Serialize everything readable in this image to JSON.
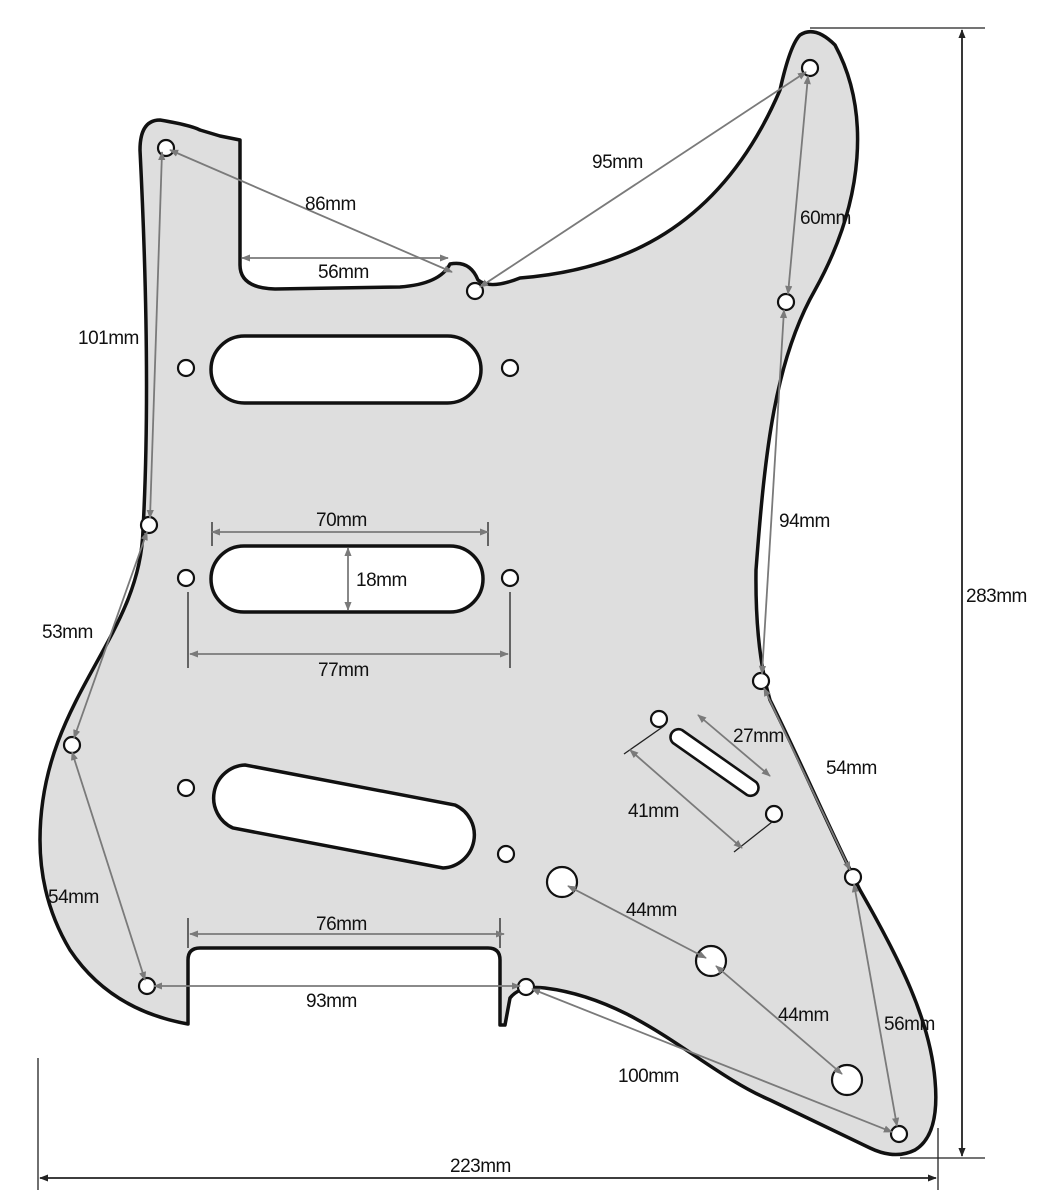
{
  "labels": {
    "d86": "86mm",
    "d56_top": "56mm",
    "d95": "95mm",
    "d60": "60mm",
    "d101": "101mm",
    "d70": "70mm",
    "d18": "18mm",
    "d77": "77mm",
    "d94": "94mm",
    "d283": "283mm",
    "d53": "53mm",
    "d27": "27mm",
    "d54_right": "54mm",
    "d41": "41mm",
    "d44_upper": "44mm",
    "d54_left": "54mm",
    "d76": "76mm",
    "d93": "93mm",
    "d44_lower": "44mm",
    "d56_right": "56mm",
    "d100": "100mm",
    "d223": "223mm"
  },
  "colors": {
    "pickguard_fill": "#dedede",
    "outline": "#111111",
    "dimension_line": "#7a7a7a"
  }
}
